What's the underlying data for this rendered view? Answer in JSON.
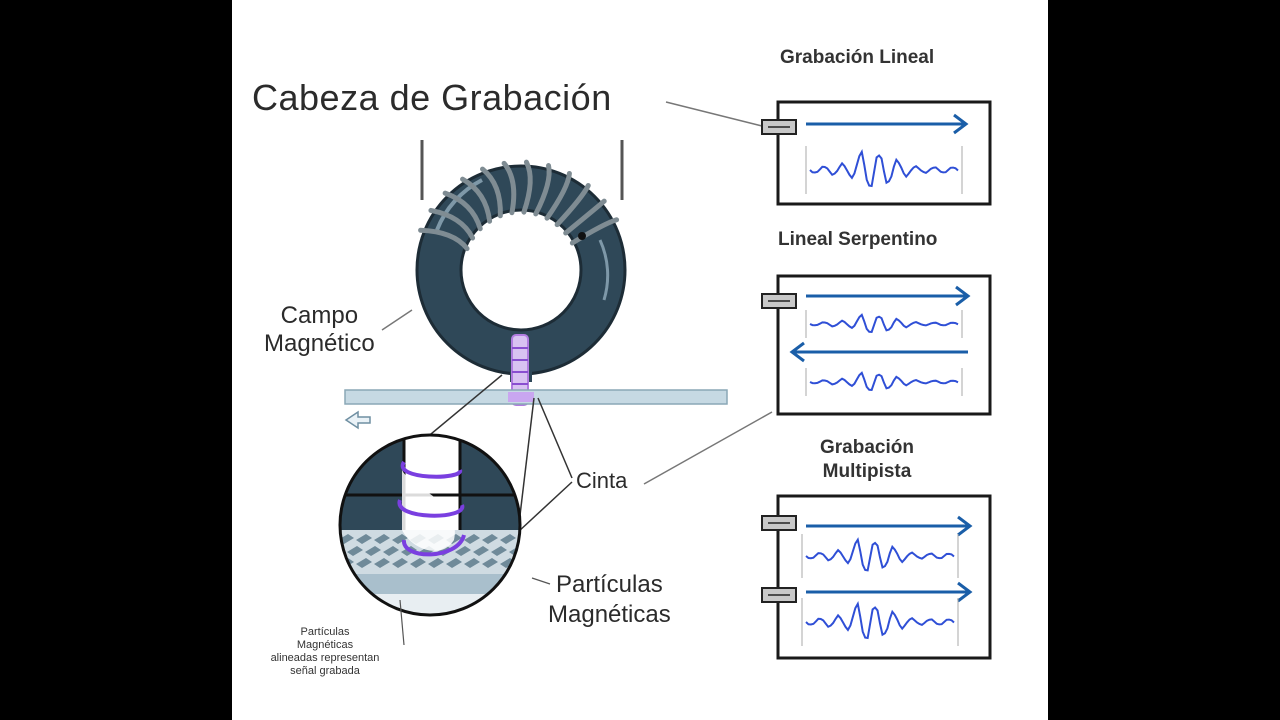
{
  "labels": {
    "recording_head": "Cabeza de Grabación",
    "magnetic_field": [
      "Campo",
      "Magnético"
    ],
    "tape": "Cinta",
    "magnetic_particles": [
      "Partículas",
      "Magnéticas"
    ],
    "aligned_particles_note": [
      "Partículas",
      "Magnéticas",
      "alineadas representan",
      "señal grabada"
    ]
  },
  "panels": {
    "linear": {
      "title": "Grabación Lineal"
    },
    "serpentine": {
      "title": "Lineal Serpentino"
    },
    "multitrack": {
      "title": [
        "Grabación",
        "Multipista"
      ]
    }
  },
  "colors": {
    "ring": "#2f4858",
    "tape": "#c6d9e3",
    "coil": "#7f8c93",
    "field": "#b27de0",
    "arrow": "#1a5ea8",
    "signal": "#2f4fd6",
    "frame": "#1a1a1a"
  }
}
